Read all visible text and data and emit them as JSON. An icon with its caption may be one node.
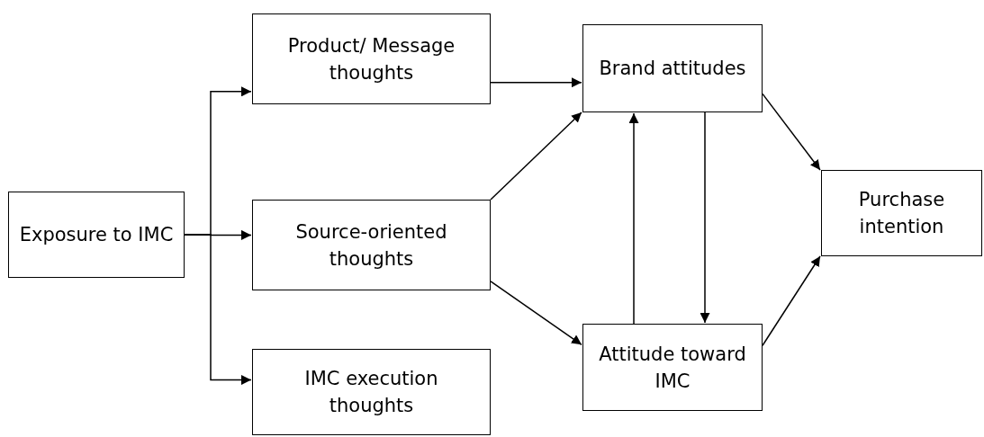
{
  "diagram": {
    "nodes": [
      {
        "text": [
          "Exposure to IMC"
        ]
      },
      {
        "text": [
          "Product/ Message thoughts"
        ]
      },
      {
        "text": [
          "Source-oriented thoughts"
        ]
      },
      {
        "text": [
          "IMC execution thoughts"
        ]
      },
      {
        "text": [
          "Brand attitudes"
        ]
      },
      {
        "text": [
          "Attitude toward IMC"
        ]
      },
      {
        "text": [
          "Purchase intention"
        ]
      }
    ],
    "edges": [
      {
        "from": 0,
        "to": 1,
        "arrow": "to"
      },
      {
        "from": 0,
        "to": 2,
        "arrow": "to"
      },
      {
        "from": 0,
        "to": 3,
        "arrow": "to"
      },
      {
        "from": 1,
        "to": 4,
        "arrow": "to"
      },
      {
        "from": 2,
        "to": 4,
        "arrow": "to"
      },
      {
        "from": 2,
        "to": 5,
        "arrow": "to"
      },
      {
        "from": 4,
        "to": 6,
        "arrow": "to"
      },
      {
        "from": 5,
        "to": 6,
        "arrow": "to"
      },
      {
        "from": 5,
        "to": 4,
        "arrow": "to"
      },
      {
        "from": 4,
        "to": 5,
        "arrow": "to"
      }
    ]
  }
}
